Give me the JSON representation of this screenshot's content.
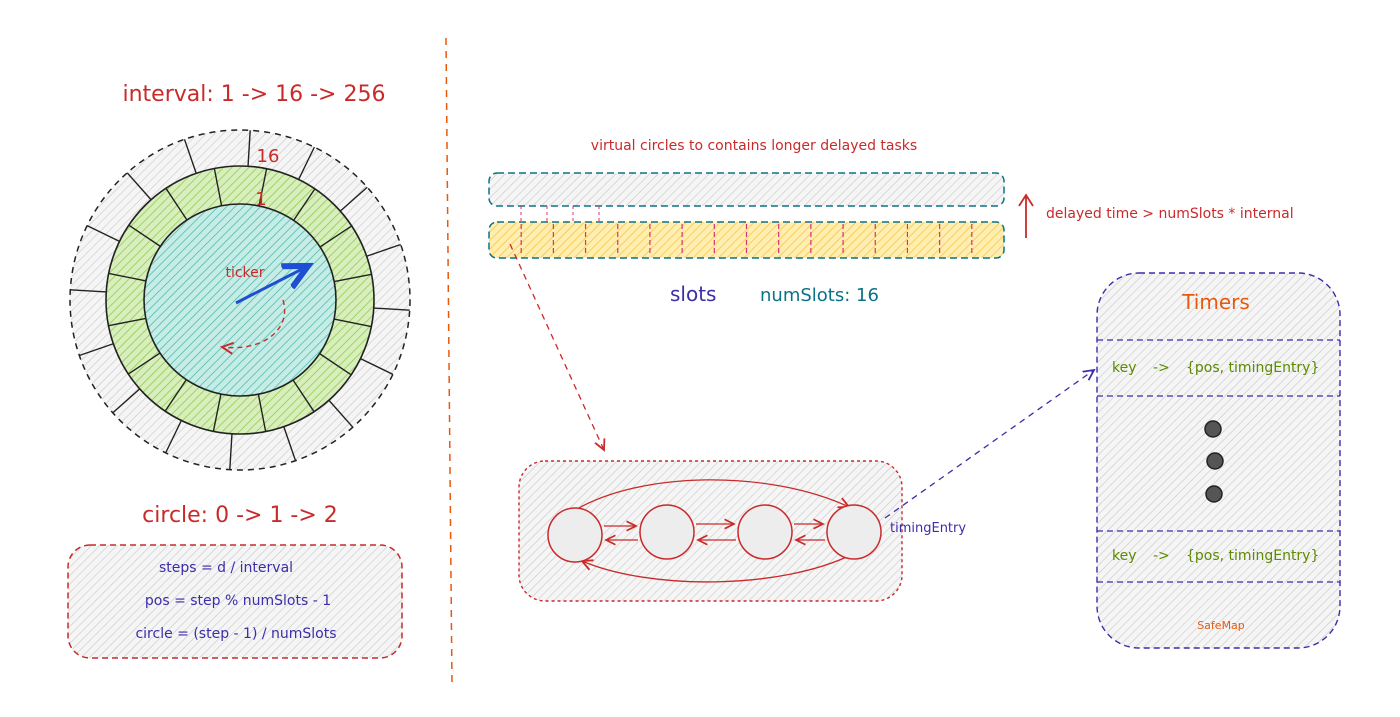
{
  "left_panel": {
    "interval_title": "interval: 1 -> 16 -> 256",
    "ring_outer_label": "16",
    "ring_inner_label": "1",
    "ticker_label": "ticker",
    "circle_title": "circle: 0 -> 1 -> 2",
    "formulas": [
      "steps = d / interval",
      "pos = step % numSlots - 1",
      "circle = (step - 1) / numSlots"
    ]
  },
  "slots_panel": {
    "virtual_caption": "virtual circles to contains longer delayed tasks",
    "delayed_note": "delayed time > numSlots * internal",
    "slots_label": "slots",
    "num_slots_label": "numSlots: 16"
  },
  "linked_list": {
    "timing_entry_label": "timingEntry"
  },
  "timers": {
    "title": "Timers",
    "entry_key": "key",
    "entry_arrow": "->",
    "entry_value": "{pos, timingEntry}",
    "footer": "SafeMap"
  },
  "colors": {
    "red": "#c92a2a",
    "blue": "#3b2ea8",
    "teal": "#0b7285",
    "green": "#5c8a00",
    "orange": "#e8590c",
    "ring_outer": "#e9ecef",
    "ring_middle": "#a9d86e",
    "ring_inner": "#63c4b4",
    "slot_fill": "#ffd43b"
  }
}
